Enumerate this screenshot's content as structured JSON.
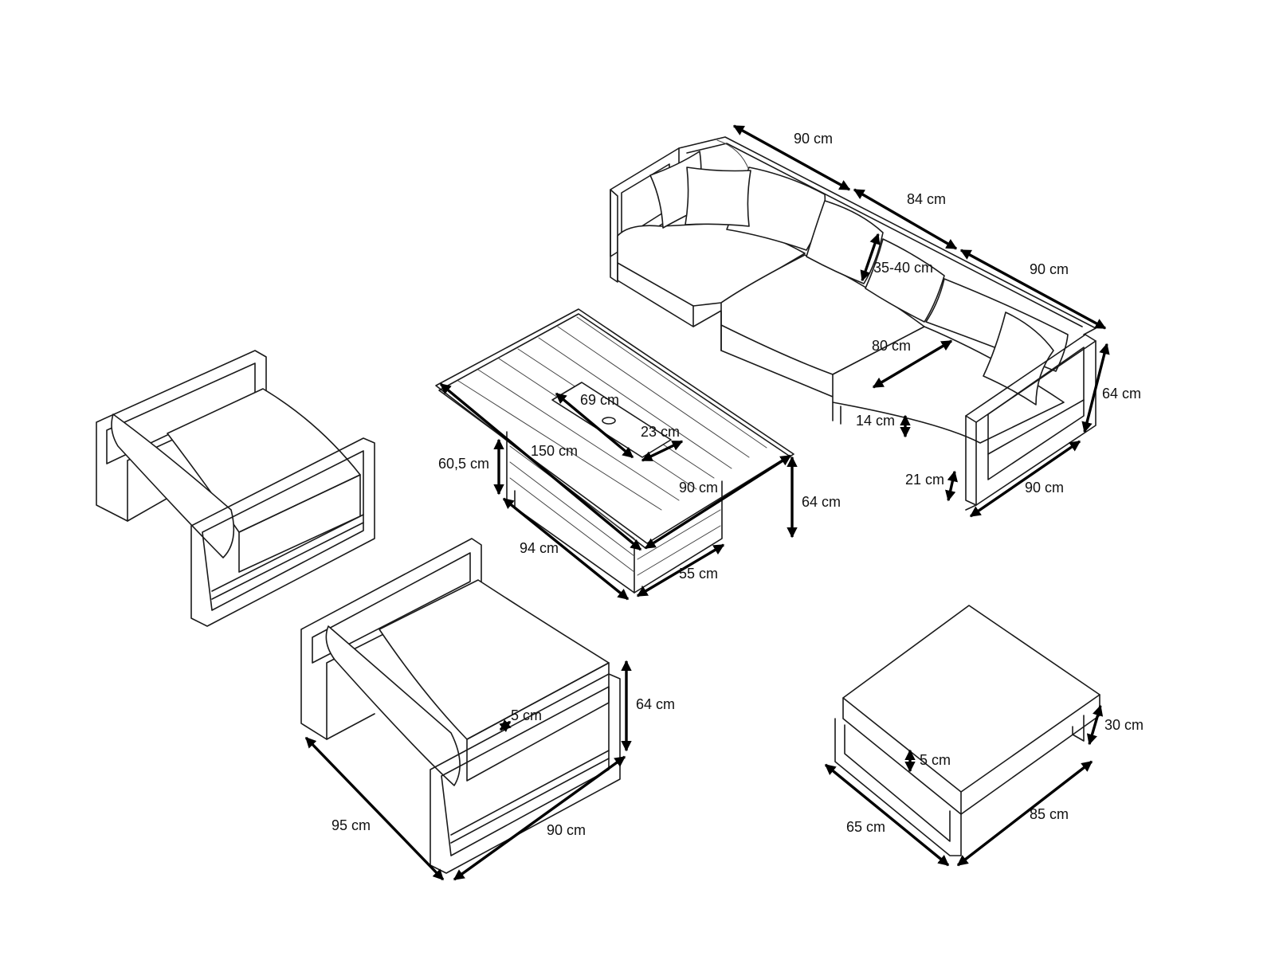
{
  "sofa": {
    "left_width": "90 cm",
    "middle_width": "84 cm",
    "right_width": "90 cm",
    "back_cushion_height": "35-40 cm",
    "seat_depth": "80 cm",
    "height": "64 cm",
    "seat_thickness": "14 cm",
    "leg_height": "21 cm",
    "depth": "90 cm"
  },
  "table": {
    "burner_length": "69 cm",
    "burner_width": "23 cm",
    "length": "150 cm",
    "width": "90 cm",
    "base_height": "60,5 cm",
    "height": "64 cm",
    "base_length": "94 cm",
    "base_width": "55 cm"
  },
  "armchair": {
    "arm_thickness": "5 cm",
    "height": "64 cm",
    "depth": "95 cm",
    "width": "90 cm"
  },
  "ottoman": {
    "height": "30 cm",
    "frame_thickness": "5 cm",
    "depth": "65 cm",
    "width": "85 cm"
  },
  "colors": {
    "line": "#1a1a1a",
    "dimension_arrow": "#000000",
    "background": "#ffffff"
  }
}
